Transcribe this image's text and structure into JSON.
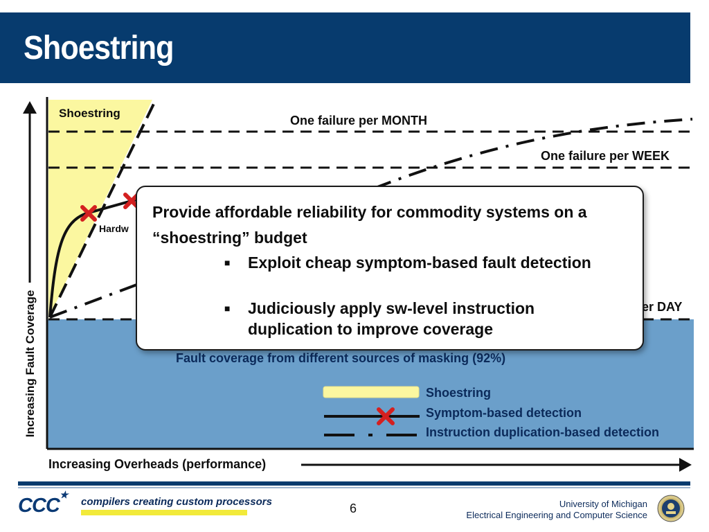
{
  "slide": {
    "title": "Shoestring",
    "page_number": "6"
  },
  "diagram": {
    "shoestring_region_label": "Shoestring",
    "threshold_month": "One failure per MONTH",
    "threshold_week": "One failure per WEEK",
    "threshold_day_partial": "er DAY",
    "hardware_label_partial": "Hardw",
    "masking_label": "Fault coverage from different sources of masking (92%)",
    "y_axis_label": "Increasing Fault Coverage",
    "x_axis_label": "Increasing Overheads (performance)"
  },
  "legend": {
    "items": [
      {
        "label": "Shoestring"
      },
      {
        "label": "Symptom-based detection"
      },
      {
        "label": "Instruction duplication-based detection"
      }
    ]
  },
  "callout": {
    "main": "Provide affordable reliability for commodity systems on a “shoestring” budget",
    "bullets": [
      {
        "text": "Exploit cheap symptom-based fault detection"
      },
      {
        "text": "Judiciously apply sw-level instruction duplication to improve coverage"
      }
    ]
  },
  "footer": {
    "logo_text": "CCC",
    "tagline": "compilers creating custom processors",
    "university": "University of Michigan",
    "department": "Electrical Engineering and Computer Science"
  },
  "colors": {
    "header_bg": "#073b6e",
    "masking_region": "#6b9fca",
    "shoestring_region": "#fbf7a0",
    "marker_red": "#d42020"
  }
}
